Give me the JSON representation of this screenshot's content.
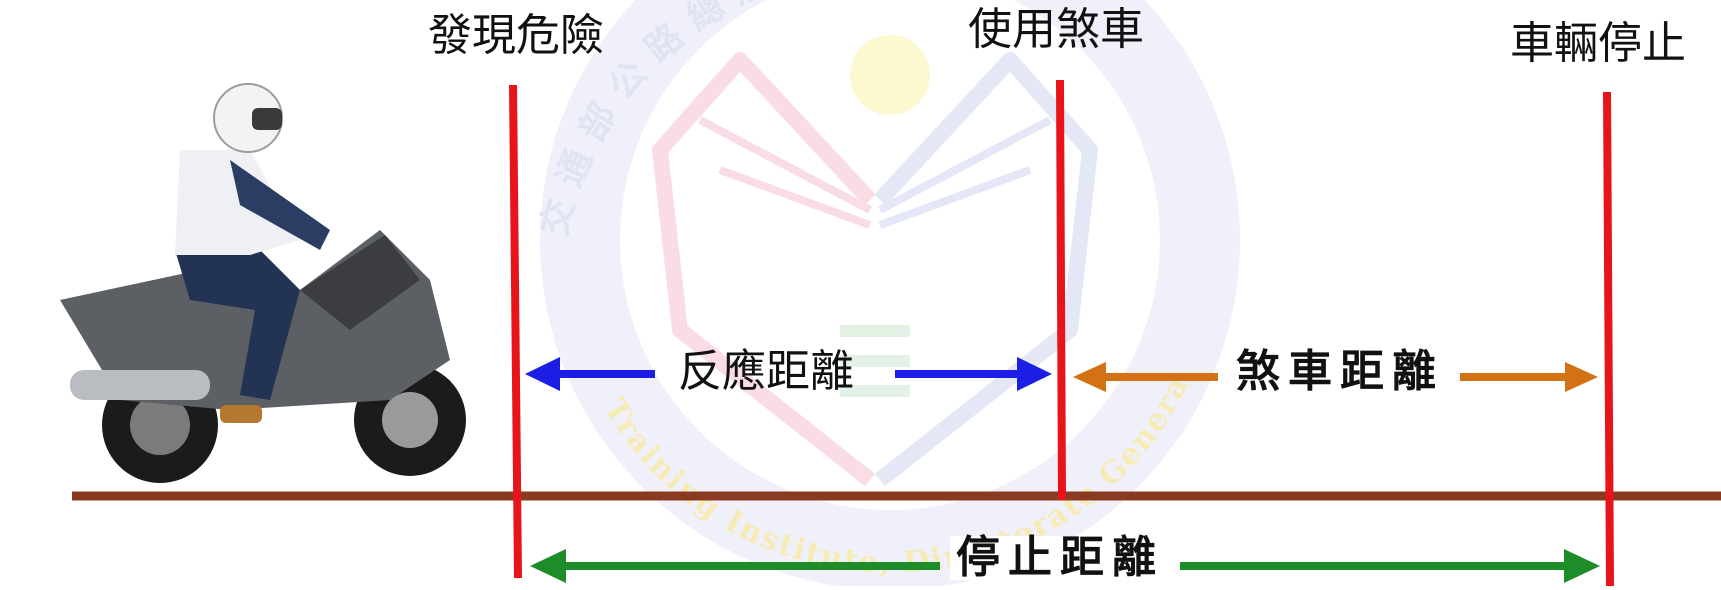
{
  "events": {
    "danger_found": "發現危險",
    "brake_applied": "使用煞車",
    "vehicle_stopped": "車輛停止"
  },
  "distances": {
    "reaction": "反應距離",
    "braking": "煞車距離",
    "stopping": "停止距離"
  },
  "watermark": {
    "seal_text_top": "交通部公路總局訓練所",
    "seal_text_bottom": "Training Institute, Directorate General of Highways, MOTC"
  },
  "colors": {
    "event_line": "#e8141c",
    "reaction_arrow": "#1c1ee6",
    "braking_arrow": "#d27214",
    "stopping_arrow": "#1e8c28",
    "road": "#8b3a22",
    "watermark_blue": "#d9dcf2",
    "watermark_pink": "#f7c9d2",
    "watermark_yellow": "#fbf3a8"
  },
  "icons": {
    "rider": "motorcycle-rider-icon",
    "seal": "training-institute-seal-icon"
  }
}
